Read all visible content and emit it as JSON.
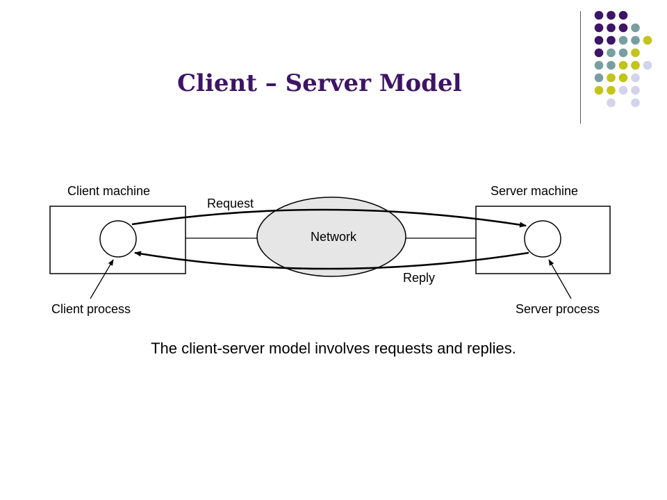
{
  "slide": {
    "title": "Client – Server Model",
    "caption": "The client-server model involves requests and replies."
  },
  "diagram": {
    "client_machine": "Client machine",
    "server_machine": "Server machine",
    "network": "Network",
    "request": "Request",
    "reply": "Reply",
    "client_process": "Client process",
    "server_process": "Server process"
  },
  "colors": {
    "title": "#3d1466",
    "dot_purple": "#3d1466",
    "dot_teal": "#7a9ea0",
    "dot_lime": "#c2c41a",
    "dot_lavender": "#d3d3ea",
    "network_fill": "#e6e6e6"
  }
}
